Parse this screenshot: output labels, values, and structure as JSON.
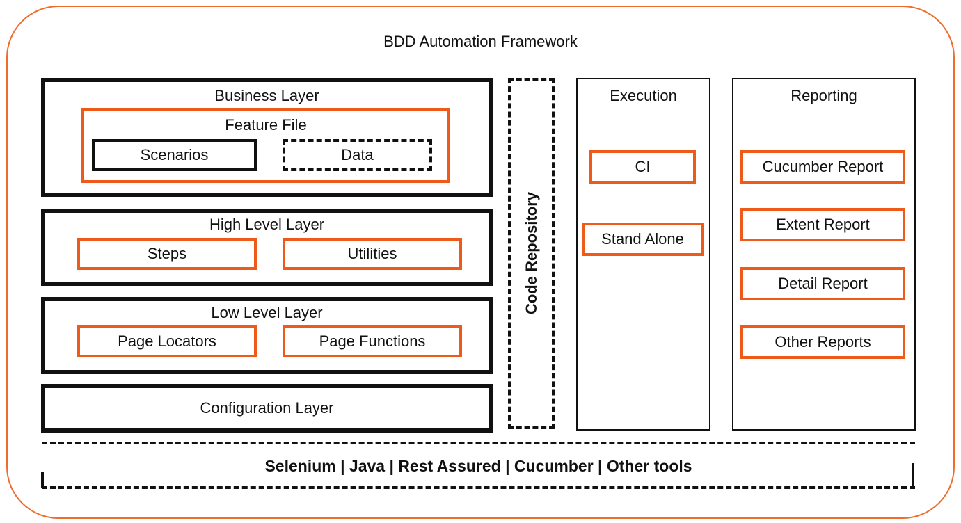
{
  "diagram": {
    "title": "BDD Automation Framework",
    "business_layer": {
      "label": "Business Layer",
      "feature_file": {
        "label": "Feature File",
        "items": [
          "Scenarios",
          "Data"
        ]
      }
    },
    "high_level_layer": {
      "label": "High Level Layer",
      "items": [
        "Steps",
        "Utilities"
      ]
    },
    "low_level_layer": {
      "label": "Low Level Layer",
      "items": [
        "Page Locators",
        "Page Functions"
      ]
    },
    "configuration_layer": {
      "label": "Configuration Layer"
    },
    "code_repository": {
      "label": "Code Repository"
    },
    "execution": {
      "label": "Execution",
      "items": [
        "CI",
        "Stand Alone"
      ]
    },
    "reporting": {
      "label": "Reporting",
      "items": [
        "Cucumber Report",
        "Extent Report",
        "Detail Report",
        "Other Reports"
      ]
    },
    "tools": {
      "label": "Selenium | Java | Rest Assured | Cucumber | Other tools"
    },
    "colors": {
      "accent": "#ef5a19",
      "frame": "#ef6c2a",
      "stroke": "#111111"
    }
  }
}
